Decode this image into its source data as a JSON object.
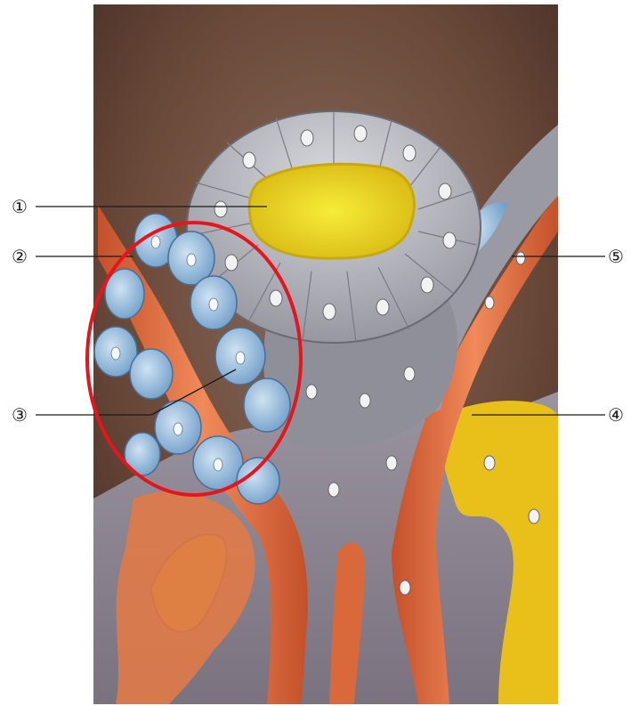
{
  "figure": {
    "callouts": [
      {
        "id": "1",
        "label": "①"
      },
      {
        "id": "2",
        "label": "②"
      },
      {
        "id": "3",
        "label": "③"
      },
      {
        "id": "4",
        "label": "④"
      },
      {
        "id": "5",
        "label": "⑤"
      }
    ],
    "highlight": {
      "shape": "ellipse",
      "color": "#e8141c"
    },
    "colors": {
      "background": "#6b4a3a",
      "gland_cells": "#a8a8b0",
      "lumen": "#e8d21a",
      "blue_cells": "#8fb6d8",
      "capillaries": "#d9693a",
      "connective_tissue": "#f0c020",
      "base_tissue": "#8a8490"
    }
  }
}
